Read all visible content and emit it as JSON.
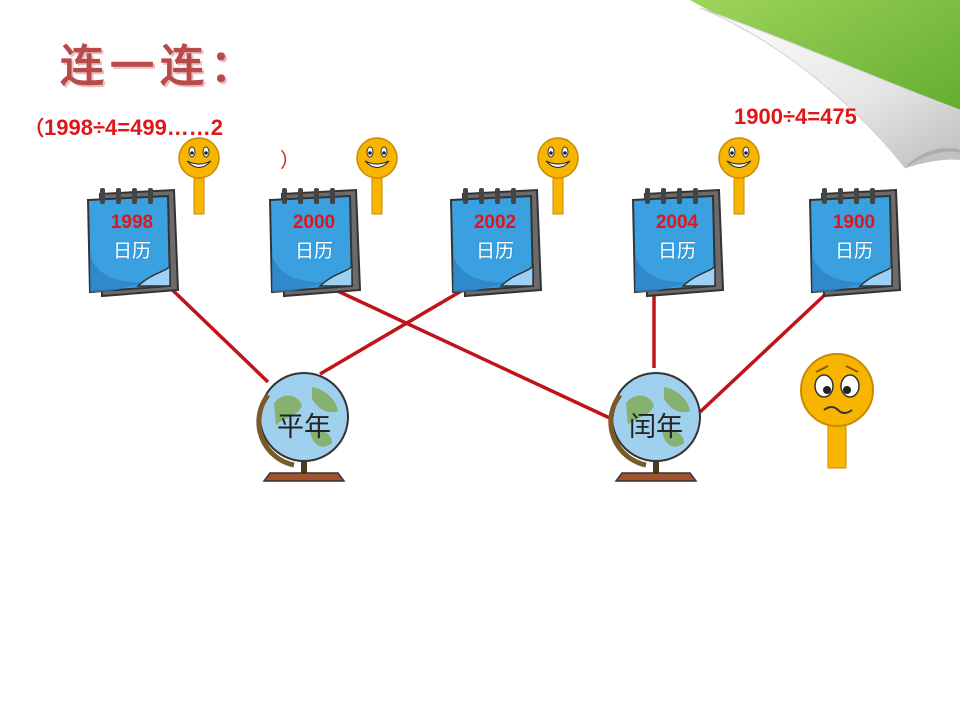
{
  "slide": {
    "title": "连一连：",
    "note_left_open": "（",
    "note_left": "1998÷4=499……2",
    "note_left_close": "）",
    "note_right": "1900÷4=475"
  },
  "calendars": [
    {
      "year": "1998",
      "label": "日历"
    },
    {
      "year": "2000",
      "label": "日历"
    },
    {
      "year": "2002",
      "label": "日历"
    },
    {
      "year": "2004",
      "label": "日历"
    },
    {
      "year": "1900",
      "label": "日历"
    }
  ],
  "globes": [
    {
      "label": "平年"
    },
    {
      "label": "闰年"
    }
  ],
  "connections": [
    {
      "calendar": "1998",
      "globe": "平年"
    },
    {
      "calendar": "2002",
      "globe": "平年"
    },
    {
      "calendar": "2000",
      "globe": "闰年"
    },
    {
      "calendar": "2004",
      "globe": "闰年"
    },
    {
      "calendar": "1900",
      "globe": "闰年"
    }
  ],
  "colors": {
    "line": "#c0141a",
    "calendar_blue": "#3aa0e0",
    "accent_green": "#7cc242",
    "face_yellow": "#f7b500"
  }
}
